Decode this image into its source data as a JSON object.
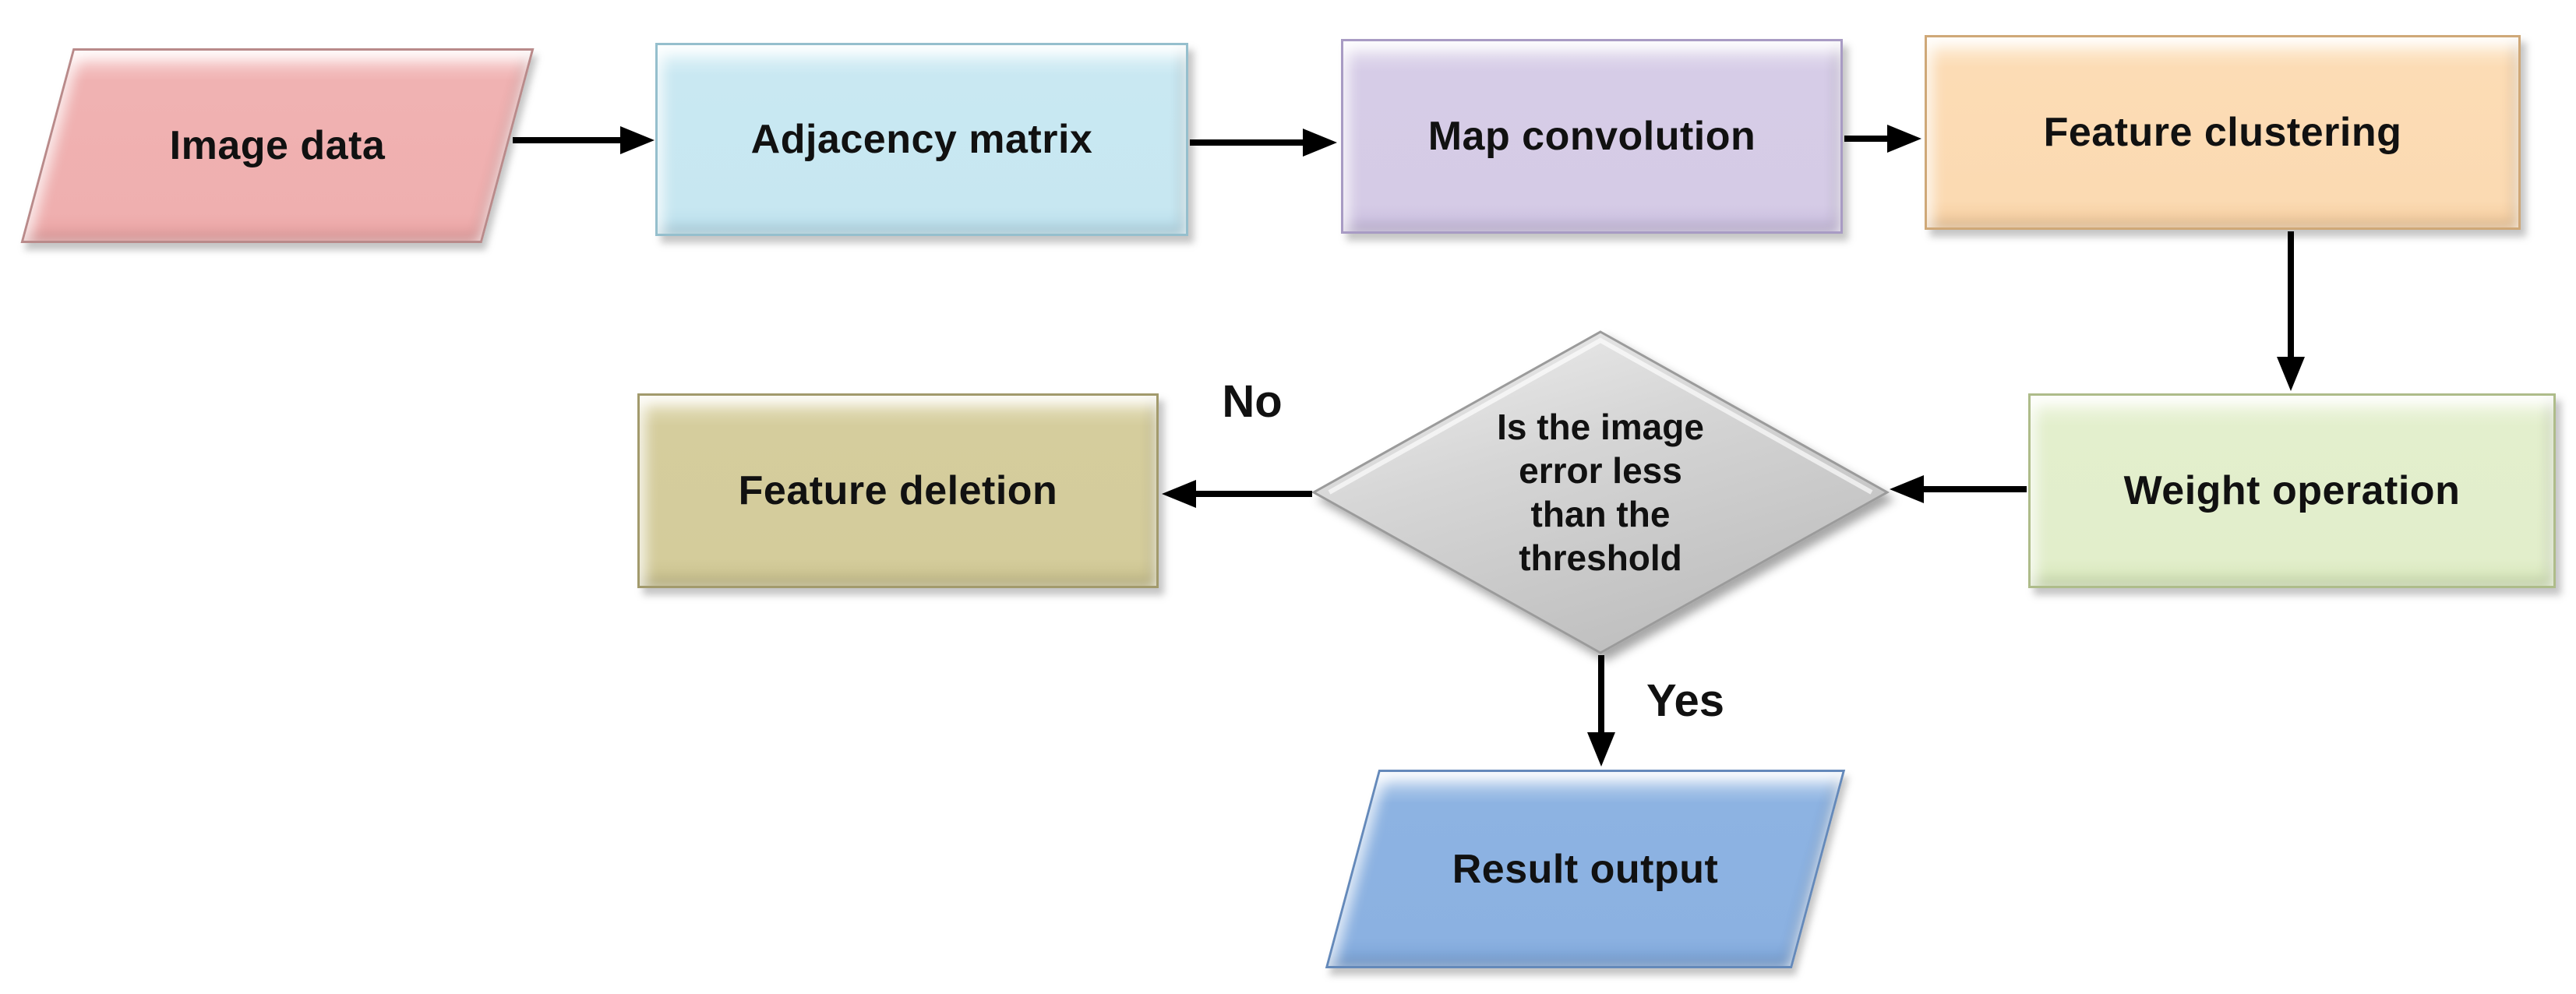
{
  "flowchart": {
    "nodes": {
      "image_data": {
        "label": "Image data",
        "shape": "parallelogram",
        "fill": "#f0b2b2"
      },
      "adjacency_matrix": {
        "label": "Adjacency matrix",
        "shape": "process",
        "fill": "#c9e8f2"
      },
      "map_convolution": {
        "label": "Map convolution",
        "shape": "process",
        "fill": "#d6cce7"
      },
      "feature_clustering": {
        "label": "Feature clustering",
        "shape": "process",
        "fill": "#fcdcb5"
      },
      "weight_operation": {
        "label": "Weight operation",
        "shape": "process",
        "fill": "#e3efcd"
      },
      "decision": {
        "label": "Is the image error less than the threshold",
        "lines": [
          "Is the image",
          "error less",
          "than the",
          "threshold"
        ],
        "shape": "decision",
        "fill": "#d2d2d2"
      },
      "feature_deletion": {
        "label": "Feature deletion",
        "shape": "process",
        "fill": "#d5cd9d"
      },
      "result_output": {
        "label": "Result output",
        "shape": "parallelogram",
        "fill": "#8db3e2"
      }
    },
    "edge_labels": {
      "no": "No",
      "yes": "Yes"
    },
    "edges": [
      {
        "from": "image_data",
        "to": "adjacency_matrix"
      },
      {
        "from": "adjacency_matrix",
        "to": "map_convolution"
      },
      {
        "from": "map_convolution",
        "to": "feature_clustering"
      },
      {
        "from": "feature_clustering",
        "to": "weight_operation"
      },
      {
        "from": "weight_operation",
        "to": "decision"
      },
      {
        "from": "decision",
        "to": "feature_deletion",
        "label": "No"
      },
      {
        "from": "decision",
        "to": "result_output",
        "label": "Yes"
      }
    ],
    "arrow_color": "#000000"
  }
}
